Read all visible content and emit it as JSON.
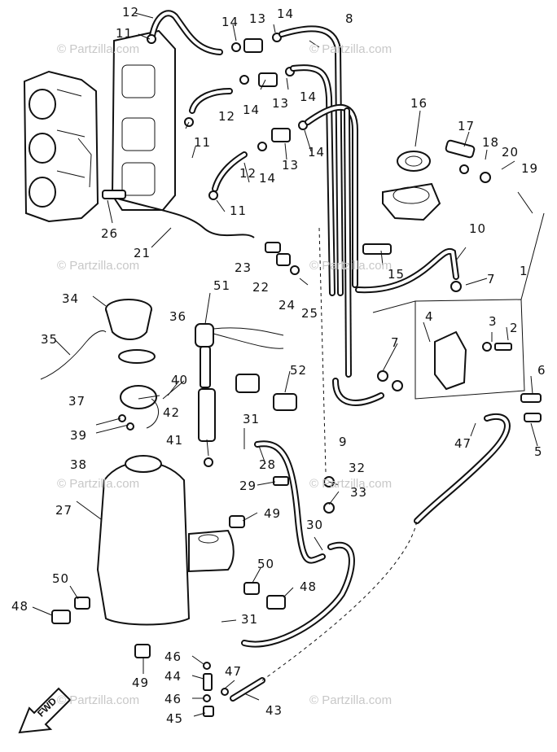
{
  "watermark": "© Partzilla.com",
  "fwd_label": "FWD",
  "callouts": [
    {
      "id": "c12a",
      "text": "12"
    },
    {
      "id": "c11a",
      "text": "11"
    },
    {
      "id": "c14a",
      "text": "14"
    },
    {
      "id": "c13a",
      "text": "13"
    },
    {
      "id": "c14b",
      "text": "14"
    },
    {
      "id": "c8",
      "text": "8"
    },
    {
      "id": "c14c",
      "text": "14"
    },
    {
      "id": "c13b",
      "text": "13"
    },
    {
      "id": "c14d",
      "text": "14"
    },
    {
      "id": "c12b",
      "text": "12"
    },
    {
      "id": "c11b",
      "text": "11"
    },
    {
      "id": "c14e",
      "text": "14"
    },
    {
      "id": "c13c",
      "text": "13"
    },
    {
      "id": "c14f",
      "text": "14"
    },
    {
      "id": "c12c",
      "text": "12"
    },
    {
      "id": "c11c",
      "text": "11"
    },
    {
      "id": "c16",
      "text": "16"
    },
    {
      "id": "c17",
      "text": "17"
    },
    {
      "id": "c18",
      "text": "18"
    },
    {
      "id": "c20",
      "text": "20"
    },
    {
      "id": "c19",
      "text": "19"
    },
    {
      "id": "c26",
      "text": "26"
    },
    {
      "id": "c21",
      "text": "21"
    },
    {
      "id": "c10",
      "text": "10"
    },
    {
      "id": "c23",
      "text": "23"
    },
    {
      "id": "c22",
      "text": "22"
    },
    {
      "id": "c15",
      "text": "15"
    },
    {
      "id": "c24",
      "text": "24"
    },
    {
      "id": "c25",
      "text": "25"
    },
    {
      "id": "c1",
      "text": "1"
    },
    {
      "id": "c7a",
      "text": "7"
    },
    {
      "id": "c34",
      "text": "34"
    },
    {
      "id": "c51",
      "text": "51"
    },
    {
      "id": "c36",
      "text": "36"
    },
    {
      "id": "c4",
      "text": "4"
    },
    {
      "id": "c3",
      "text": "3"
    },
    {
      "id": "c2",
      "text": "2"
    },
    {
      "id": "c35",
      "text": "35"
    },
    {
      "id": "c7b",
      "text": "7"
    },
    {
      "id": "c52",
      "text": "52"
    },
    {
      "id": "c6",
      "text": "6"
    },
    {
      "id": "c40",
      "text": "40"
    },
    {
      "id": "c37",
      "text": "37"
    },
    {
      "id": "c42",
      "text": "42"
    },
    {
      "id": "c31a",
      "text": "31"
    },
    {
      "id": "c9",
      "text": "9"
    },
    {
      "id": "c39",
      "text": "39"
    },
    {
      "id": "c47a",
      "text": "47"
    },
    {
      "id": "c5",
      "text": "5"
    },
    {
      "id": "c41",
      "text": "41"
    },
    {
      "id": "c38",
      "text": "38"
    },
    {
      "id": "c28",
      "text": "28"
    },
    {
      "id": "c32",
      "text": "32"
    },
    {
      "id": "c29",
      "text": "29"
    },
    {
      "id": "c33",
      "text": "33"
    },
    {
      "id": "c27",
      "text": "27"
    },
    {
      "id": "c49a",
      "text": "49"
    },
    {
      "id": "c30",
      "text": "30"
    },
    {
      "id": "c50a",
      "text": "50"
    },
    {
      "id": "c50b",
      "text": "50"
    },
    {
      "id": "c48a",
      "text": "48"
    },
    {
      "id": "c48b",
      "text": "48"
    },
    {
      "id": "c31b",
      "text": "31"
    },
    {
      "id": "c46a",
      "text": "46"
    },
    {
      "id": "c49b",
      "text": "49"
    },
    {
      "id": "c44",
      "text": "44"
    },
    {
      "id": "c47b",
      "text": "47"
    },
    {
      "id": "c46b",
      "text": "46"
    },
    {
      "id": "c43",
      "text": "43"
    },
    {
      "id": "c45",
      "text": "45"
    }
  ]
}
